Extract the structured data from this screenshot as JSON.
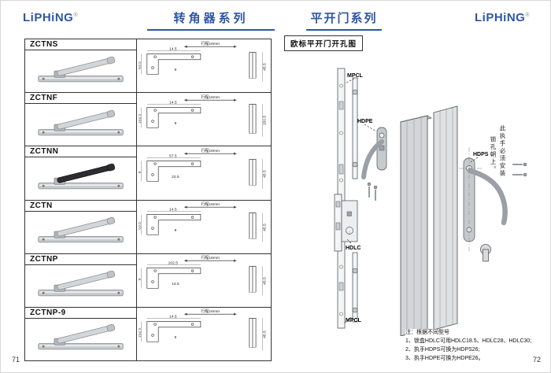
{
  "brand": {
    "name": "LiPHiNG",
    "reg": "®"
  },
  "colors": {
    "accent_blue": "#2f55a4"
  },
  "left_page": {
    "title": "转角器系列",
    "page_number": "71",
    "products": [
      {
        "code": "ZCTNS",
        "stroke_label": "行程16mm",
        "dims": [
          "14.5",
          "63.5",
          "45.5",
          "9"
        ]
      },
      {
        "code": "ZCTNF",
        "stroke_label": "行程16mm",
        "dims": [
          "14.5",
          "102.5",
          "150.5",
          "9"
        ]
      },
      {
        "code": "ZCTNN",
        "stroke_label": "行程16mm",
        "dims": [
          "57.5",
          "9",
          "45.5",
          "22.5"
        ]
      },
      {
        "code": "ZCTN",
        "stroke_label": "行程16mm",
        "dims": [
          "14.5",
          "53.5",
          "45.5",
          "9"
        ]
      },
      {
        "code": "ZCTNP",
        "stroke_label": "行程16mm",
        "dims": [
          "102.5",
          "9",
          "45.5",
          "14.5"
        ]
      },
      {
        "code": "ZCTNP-9",
        "stroke_label": "行程16mm",
        "dims": [
          "14.5",
          "102.5",
          "45.5",
          "9"
        ]
      }
    ]
  },
  "right_page": {
    "title": "平开门系列",
    "page_number": "72",
    "diagram_title": "欧标平开门开孔图",
    "labels": {
      "mpcl_top": "MPCL",
      "hdpe": "HDPE",
      "hdps": "HDPS",
      "hdlc": "HDLC",
      "mpcl_bottom": "MPCL"
    },
    "annotations": [
      "此执手必须安装",
      "锁孔朝上。"
    ],
    "notes": [
      "注：根据不同型号",
      "1、锁盒HDLC可用HDLC18.5、HDLC28、HDLC30;",
      "2、执手HDPS可换为HDPS26;",
      "3、执手HDPE可换为HDPE26。"
    ]
  }
}
